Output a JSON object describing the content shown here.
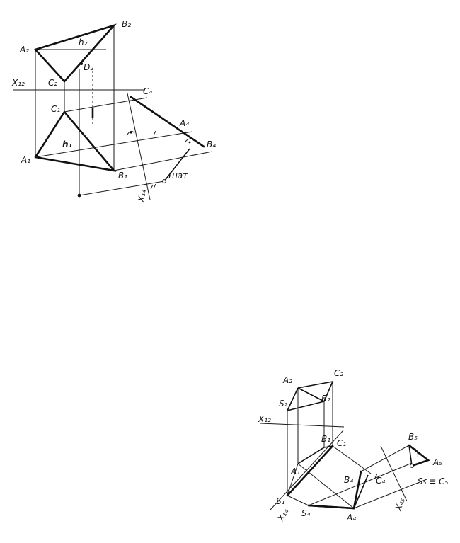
{
  "figure1": {
    "labels": {
      "A2": "A₂",
      "B2": "B₂",
      "h2": "h₂",
      "C2": "C₂",
      "D2": "D₂",
      "X12": "X₁₂",
      "C1": "C₁",
      "C4": "C₄",
      "A4": "A₄",
      "B4": "B₄",
      "h1": "h₁",
      "A1": "A₁",
      "B1": "B₁",
      "X14": "X₁₄",
      "lnat": "ℓнат"
    }
  },
  "figure2": {
    "labels": {
      "A2": "A₂",
      "C2": "C₂",
      "S2": "S₂",
      "B2": "B₂",
      "X12": "X₁₂",
      "B1": "B₁",
      "C1": "C₁",
      "B5": "B₅",
      "A5": "A₅",
      "A1": "A₁",
      "B4": "B₄",
      "C4": "C₄",
      "S5C5": "S₅ ≡ C₅",
      "S1": "S₁",
      "X14": "X₁₄",
      "X45": "X₄₅",
      "S4": "S₄",
      "A4": "A₄"
    }
  }
}
